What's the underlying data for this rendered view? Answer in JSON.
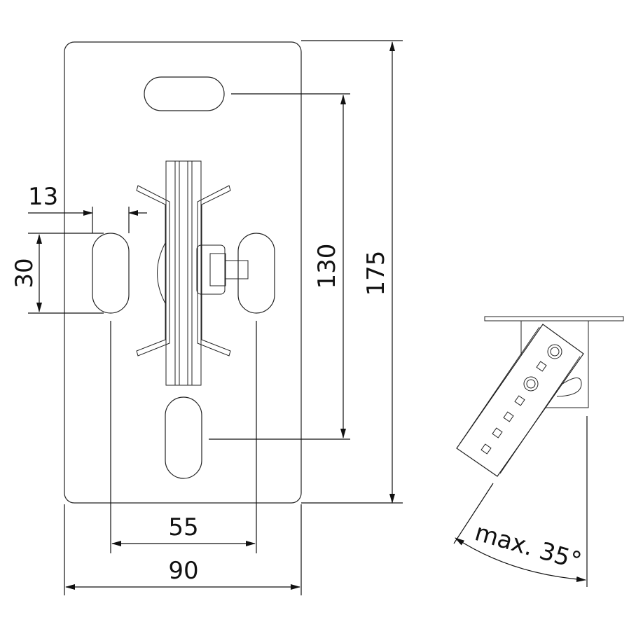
{
  "dimensions": {
    "slot_width": "13",
    "slot_height": "30",
    "hole_spacing_vertical": "130",
    "plate_height": "175",
    "hole_spacing_horizontal": "55",
    "plate_width": "90",
    "tilt_angle": "max. 35°"
  }
}
